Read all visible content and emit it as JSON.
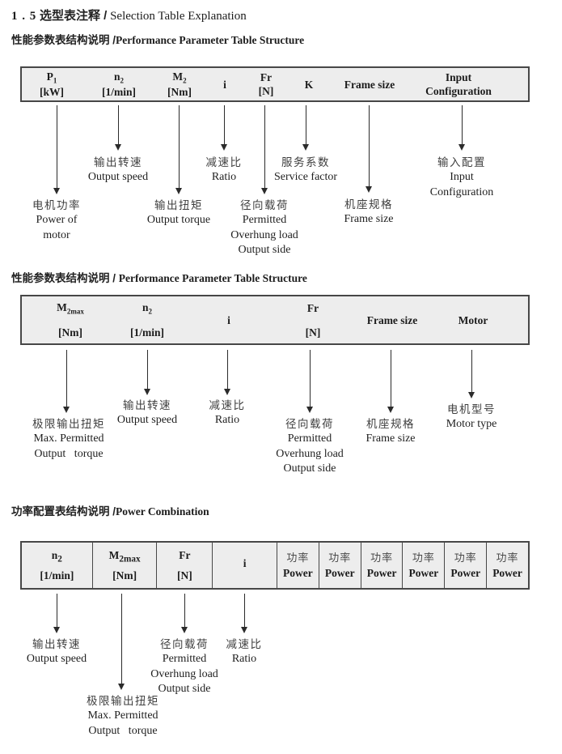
{
  "title": {
    "prefix": "1 . 5",
    "zh": "选型表注释 /",
    "en": " Selection Table Explanation"
  },
  "colors": {
    "table_bg": "#ededed",
    "table_border": "#474747",
    "arrow": "#2b2b2b"
  },
  "sections": [
    {
      "heading_zh": "性能参数表结构说明 /",
      "heading_en": "Performance Parameter Table Structure",
      "columns": [
        {
          "sym": "P",
          "sub": "1",
          "unit": "[kW]"
        },
        {
          "sym": "n",
          "sub": "2",
          "unit": "[1/min]"
        },
        {
          "sym": "M",
          "sub": "2",
          "unit": "[Nm]"
        },
        {
          "sym": "i",
          "sub": "",
          "unit": ""
        },
        {
          "sym": "Fr",
          "sub": "",
          "unit": "[N]"
        },
        {
          "sym": "K",
          "sub": "",
          "unit": ""
        },
        {
          "sym": "Frame size",
          "sub": "",
          "unit": ""
        },
        {
          "sym": "Input",
          "sub": "",
          "unit": "Configuration"
        }
      ],
      "callouts": [
        {
          "zh": "电机功率",
          "en1": "Power of",
          "en2": "motor",
          "en3": ""
        },
        {
          "zh": "输出转速",
          "en1": "Output speed",
          "en2": "",
          "en3": ""
        },
        {
          "zh": "输出扭矩",
          "en1": "Output torque",
          "en2": "",
          "en3": ""
        },
        {
          "zh": "减速比",
          "en1": "Ratio",
          "en2": "",
          "en3": ""
        },
        {
          "zh": "径向载荷",
          "en1": "Permitted",
          "en2": "Overhung load",
          "en3": "Output side"
        },
        {
          "zh": "服务系数",
          "en1": "Service factor",
          "en2": "",
          "en3": ""
        },
        {
          "zh": "机座规格",
          "en1": "Frame size",
          "en2": "",
          "en3": ""
        },
        {
          "zh": "输入配置",
          "en1": "Input",
          "en2": "Configuration",
          "en3": ""
        }
      ]
    },
    {
      "heading_zh": "性能参数表结构说明 / ",
      "heading_en": "Performance Parameter Table Structure",
      "columns": [
        {
          "sym": "M",
          "sub": "2max",
          "unit": "[Nm]"
        },
        {
          "sym": "n",
          "sub": "2",
          "unit": "[1/min]"
        },
        {
          "sym": "i",
          "sub": "",
          "unit": ""
        },
        {
          "sym": "Fr",
          "sub": "",
          "unit": "[N]"
        },
        {
          "sym": "Frame size",
          "sub": "",
          "unit": ""
        },
        {
          "sym": "Motor",
          "sub": "",
          "unit": ""
        }
      ],
      "callouts": [
        {
          "zh": "极限输出扭矩",
          "en1": "Max. Permitted",
          "en2": "Output   torque",
          "en3": ""
        },
        {
          "zh": "输出转速",
          "en1": "Output speed",
          "en2": "",
          "en3": ""
        },
        {
          "zh": "减速比",
          "en1": "Ratio",
          "en2": "",
          "en3": ""
        },
        {
          "zh": "径向载荷",
          "en1": "Permitted",
          "en2": "Overhung load",
          "en3": "Output side"
        },
        {
          "zh": "机座规格",
          "en1": "Frame size",
          "en2": "",
          "en3": ""
        },
        {
          "zh": "电机型号",
          "en1": "Motor type",
          "en2": "",
          "en3": ""
        }
      ]
    },
    {
      "heading_zh": "功率配置表结构说明 /",
      "heading_en": "Power Combination",
      "columns": [
        {
          "sym": "n",
          "sub": "2",
          "unit": "[1/min]"
        },
        {
          "sym": "M",
          "sub": "2max",
          "unit": "[Nm]"
        },
        {
          "sym": "Fr",
          "sub": "",
          "unit": "[N]"
        },
        {
          "sym": "i",
          "sub": "",
          "unit": ""
        }
      ],
      "power_columns": [
        {
          "zh": "功率",
          "en": "Power"
        },
        {
          "zh": "功率",
          "en": "Power"
        },
        {
          "zh": "功率",
          "en": "Power"
        },
        {
          "zh": "功率",
          "en": "Power"
        },
        {
          "zh": "功率",
          "en": "Power"
        },
        {
          "zh": "功率",
          "en": "Power"
        }
      ],
      "callouts": [
        {
          "zh": "输出转速",
          "en1": "Output speed",
          "en2": "",
          "en3": ""
        },
        {
          "zh": "极限输出扭矩",
          "en1": "Max. Permitted",
          "en2": "Output   torque",
          "en3": ""
        },
        {
          "zh": "径向载荷",
          "en1": "Permitted",
          "en2": "Overhung load",
          "en3": "Output side"
        },
        {
          "zh": "减速比",
          "en1": "Ratio",
          "en2": "",
          "en3": ""
        }
      ]
    }
  ]
}
